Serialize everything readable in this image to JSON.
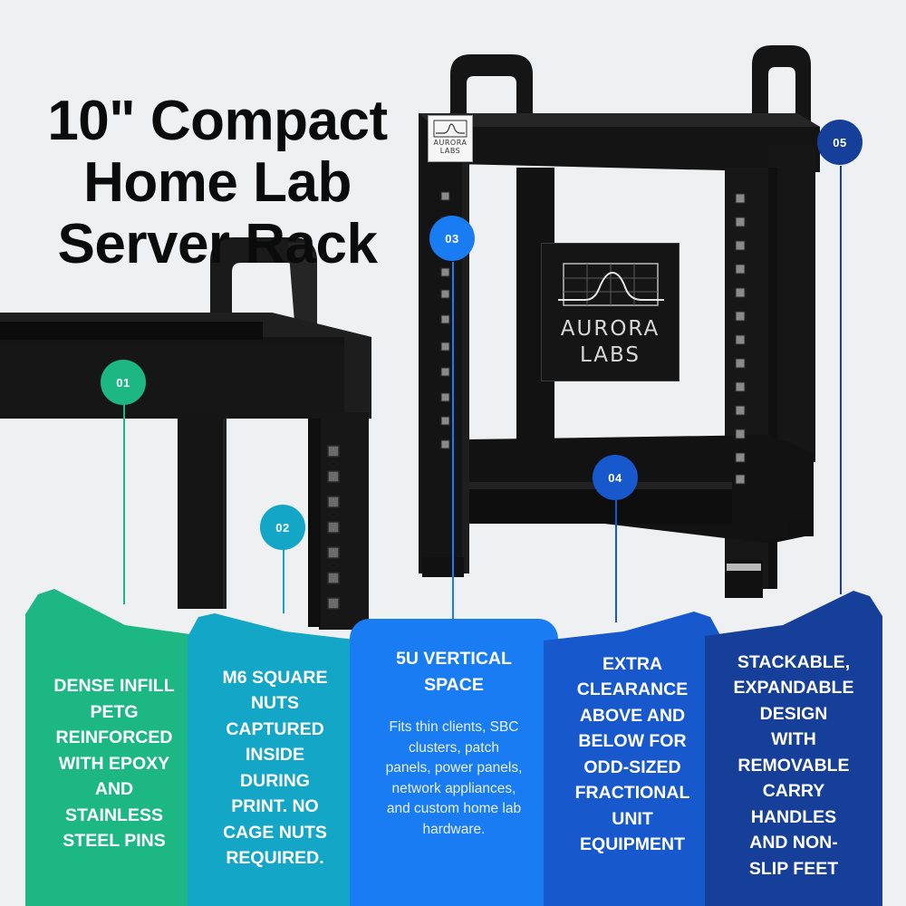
{
  "title": {
    "line1": "10\" Compact",
    "line2": "Home Lab",
    "line3": "Server Rack"
  },
  "brand": {
    "line1": "AURORA",
    "line2": "LABS"
  },
  "features": [
    {
      "number": "01",
      "heading": "DENSE INFILL\nPETG\nREINFORCED\nWITH EPOXY\nAND\nSTAINLESS\nSTEEL PINS",
      "color": "#1db784"
    },
    {
      "number": "02",
      "heading": "M6 SQUARE\nNUTS\nCAPTURED\nINSIDE\nDURING\nPRINT. NO\nCAGE NUTS\nREQUIRED.",
      "color": "#14a6c6"
    },
    {
      "number": "03",
      "heading": "5U VERTICAL\nSPACE",
      "body": "Fits thin clients, SBC\nclusters, patch\npanels, power panels,\nnetwork appliances,\nand custom home lab\nhardware.",
      "color": "#1a7cf2"
    },
    {
      "number": "04",
      "heading": "EXTRA\nCLEARANCE\nABOVE AND\nBELOW FOR\nODD-SIZED\nFRACTIONAL\nUNIT\nEQUIPMENT",
      "color": "#1758cc"
    },
    {
      "number": "05",
      "heading": "STACKABLE,\nEXPANDABLE\nDESIGN\nWITH\nREMOVABLE\nCARRY\nHANDLES\nAND NON-\nSLIP FEET",
      "color": "#163f9a"
    }
  ]
}
